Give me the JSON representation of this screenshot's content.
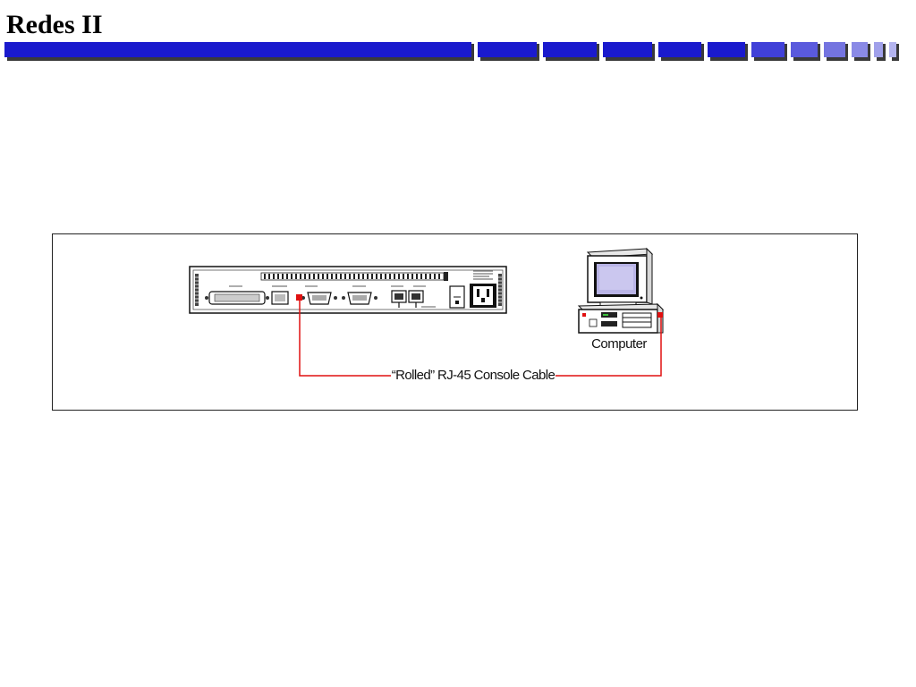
{
  "header": {
    "title": "Redes II",
    "bar_color_main": "#1a1acd",
    "bar_color_light": "#8a8ae6",
    "bar_shadow": "#3a3a3a"
  },
  "diagram": {
    "computer_label": "Computer",
    "cable_label": "“Rolled” RJ-45 Console Cable",
    "cable_color": "#e01010",
    "screen_color": "#b9b4e6"
  }
}
